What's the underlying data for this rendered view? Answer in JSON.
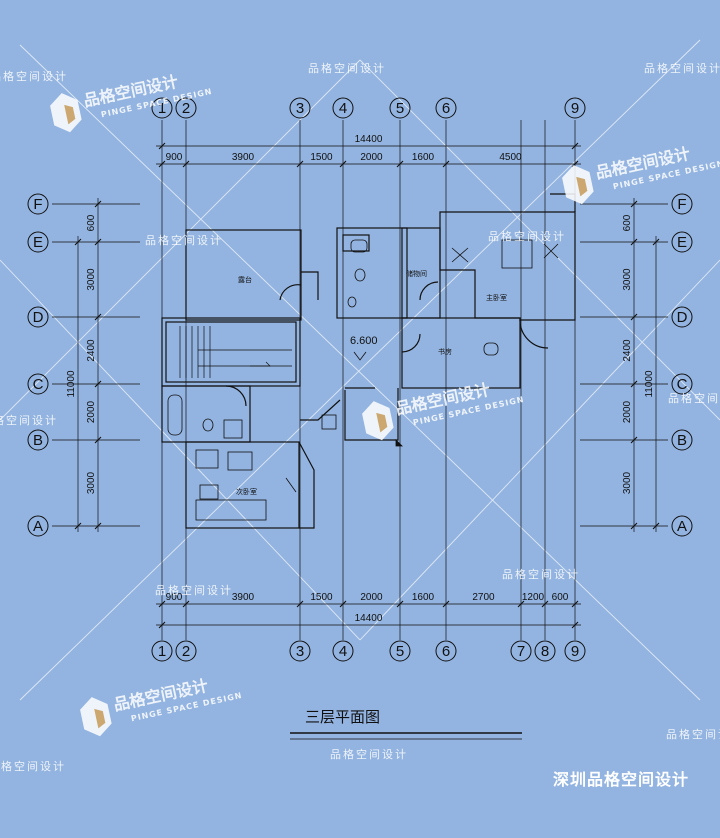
{
  "axes_top": [
    "1",
    "2",
    "3",
    "4",
    "5",
    "6",
    "9"
  ],
  "axes_bottom": [
    "1",
    "2",
    "3",
    "4",
    "5",
    "6",
    "7",
    "8",
    "9"
  ],
  "axes_left": [
    "F",
    "E",
    "D",
    "C",
    "B",
    "A"
  ],
  "axes_right": [
    "F",
    "E",
    "D",
    "C",
    "B",
    "A"
  ],
  "dims_top": {
    "total": "14400",
    "segments": [
      "900",
      "3900",
      "1500",
      "2000",
      "1600",
      "4500"
    ]
  },
  "dims_bottom": {
    "total": "14400",
    "segments": [
      "900",
      "3900",
      "1500",
      "2000",
      "1600",
      "2700",
      "1200",
      "600"
    ]
  },
  "dims_left": {
    "total": "11000",
    "segments": [
      "600",
      "3000",
      "2400",
      "2000",
      "3000"
    ]
  },
  "dims_right": {
    "total": "11000",
    "segments": [
      "600",
      "3000",
      "2400",
      "2000",
      "3000"
    ]
  },
  "rooms": {
    "terrace": "露台",
    "storage": "储物间",
    "master": "主卧室",
    "study": "书房",
    "second": "次卧室"
  },
  "elevation": "6.600",
  "title": "三层平面图",
  "watermark_text": "品格空间设计",
  "watermark_logo": "品格空间设计",
  "watermark_sub": "PINGE SPACE DESIGN",
  "company": "深圳品格空间设计",
  "colors": {
    "background": "#93b4e0",
    "line": "#111111",
    "watermark": "#ffffff"
  }
}
